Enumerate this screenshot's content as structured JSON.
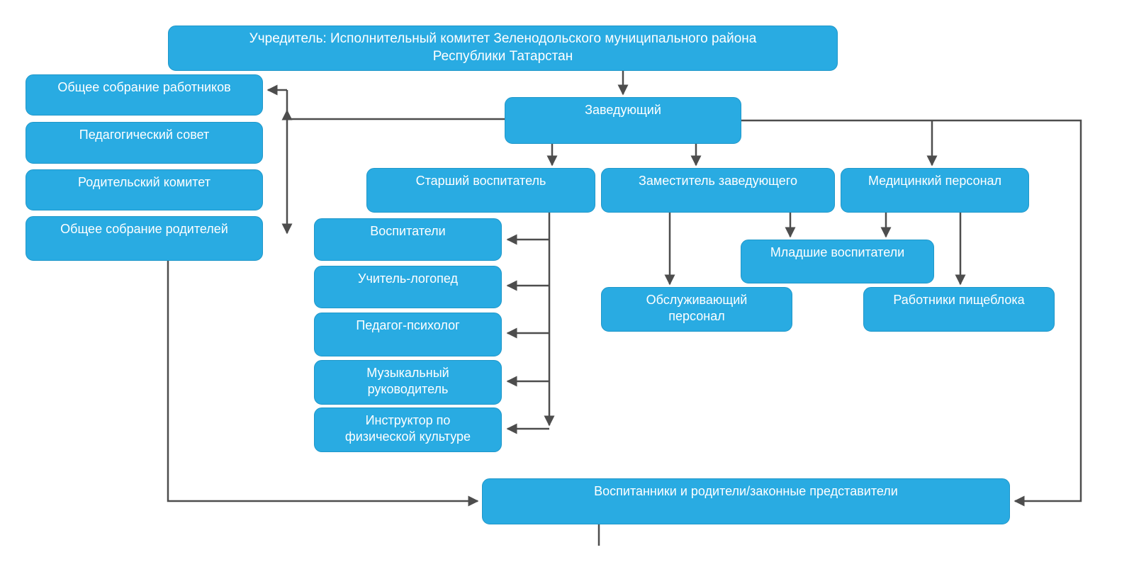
{
  "diagram": {
    "type": "org-chart",
    "colors": {
      "node_fill": "#29abe2",
      "node_border": "#1f97c9",
      "node_text": "#ffffff",
      "arrow": "#4d4d4d",
      "background": "#ffffff"
    },
    "nodes": {
      "founder": {
        "label_line1": "Учредитель: Исполнительный комитет Зеленодольского муниципального района",
        "label_line2": "Республики Татарстан"
      },
      "head": {
        "label": "Заведующий"
      },
      "workers_meeting": {
        "label": "Общее собрание работников"
      },
      "pedagogical_councilяма": {
        "label": ""
      },
      "pedagogical_council": {
        "label": "Педагогический совет"
      },
      "parent_committee": {
        "label": "Родительский комитет"
      },
      "parents_meeting": {
        "label": "Общее собрание родителей"
      },
      "senior_educator": {
        "label": "Старший воспитатель"
      },
      "deputy_head": {
        "label": "Заместитель заведующего"
      },
      "medical_staff": {
        "label": "Медицинкий персонал"
      },
      "educators": {
        "label": "Воспитатели"
      },
      "speech_therapist": {
        "label": "Учитель-логопед"
      },
      "psychologist": {
        "label": "Педагог-психолог"
      },
      "music_director": {
        "label": "Музыкальный руководитель"
      },
      "pe_instructor": {
        "label": "Инструктор по физической культуре"
      },
      "junior_educators": {
        "label": "Младшие воспитатели"
      },
      "service_staff": {
        "label": "Обслуживающий персонал"
      },
      "kitchen_workers": {
        "label": "Работники пищеблока"
      },
      "pupils_parents": {
        "label": "Воспитанники и родители/законные представители"
      }
    },
    "edges": [
      {
        "from": "founder",
        "to": "head",
        "type": "directed"
      },
      {
        "from": "head",
        "to": "workers_meeting",
        "type": "directed"
      },
      {
        "from": "workers_meeting",
        "to": "parents_meeting",
        "type": "bidirectional"
      },
      {
        "from": "head",
        "to": "senior_educator",
        "type": "directed"
      },
      {
        "from": "head",
        "to": "deputy_head",
        "type": "directed"
      },
      {
        "from": "head",
        "to": "medical_staff",
        "type": "directed"
      },
      {
        "from": "head",
        "to": "pupils_parents",
        "type": "directed"
      },
      {
        "from": "senior_educator",
        "to": "educators",
        "type": "directed"
      },
      {
        "from": "senior_educator",
        "to": "speech_therapist",
        "type": "directed"
      },
      {
        "from": "senior_educator",
        "to": "psychologist",
        "type": "directed"
      },
      {
        "from": "senior_educator",
        "to": "music_director",
        "type": "directed"
      },
      {
        "from": "senior_educator",
        "to": "pe_instructor",
        "type": "directed"
      },
      {
        "from": "deputy_head",
        "to": "service_staff",
        "type": "directed"
      },
      {
        "from": "deputy_head",
        "to": "junior_educators",
        "type": "directed"
      },
      {
        "from": "medical_staff",
        "to": "junior_educators",
        "type": "directed"
      },
      {
        "from": "medical_staff",
        "to": "kitchen_workers",
        "type": "directed"
      },
      {
        "from": "parents_meeting",
        "to": "pupils_parents",
        "type": "directed"
      }
    ]
  }
}
